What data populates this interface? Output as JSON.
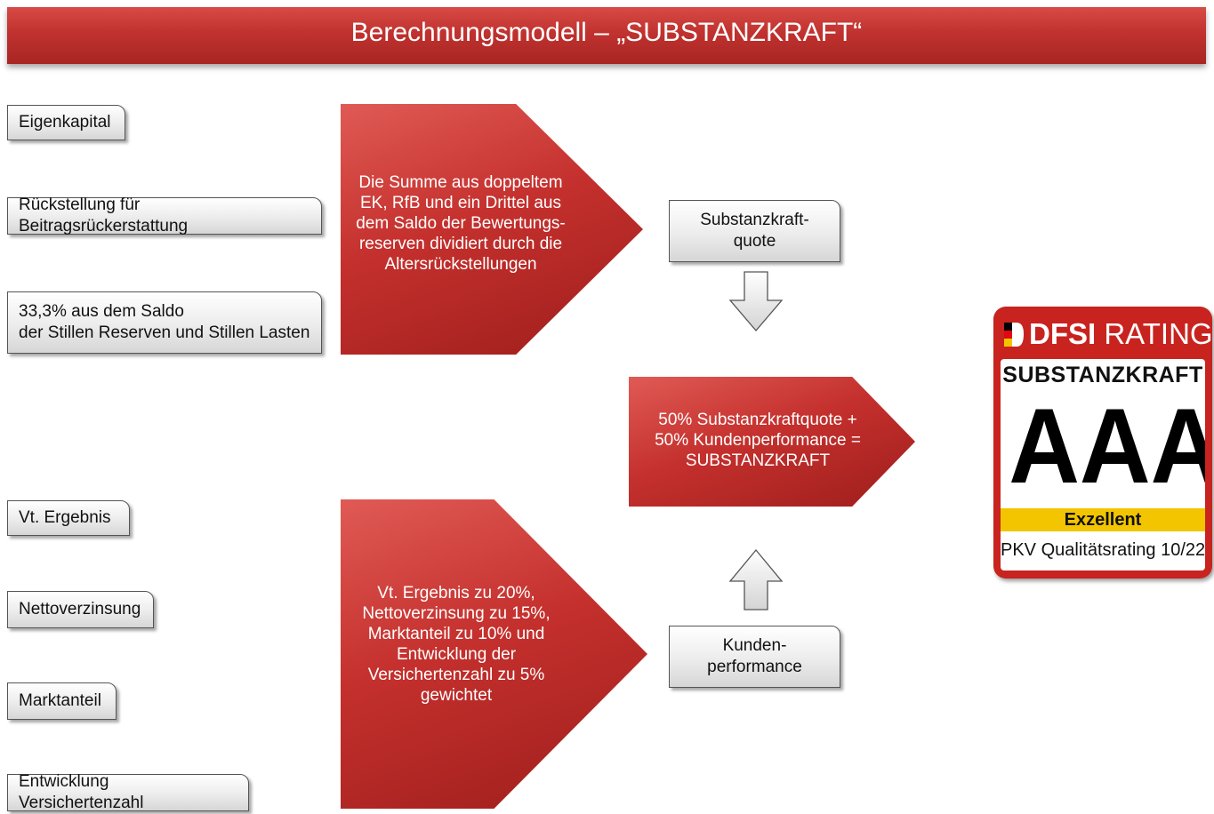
{
  "header": {
    "title": "Berechnungsmodell – „SUBSTANZKRAFT“"
  },
  "inputs_top": [
    {
      "lines": [
        "Eigenkapital"
      ]
    },
    {
      "lines": [
        "Rückstellung für Beitragsrückerstattung"
      ]
    },
    {
      "lines": [
        "33,3% aus dem Saldo",
        "der Stillen Reserven und Stillen Lasten"
      ]
    }
  ],
  "inputs_bottom": [
    {
      "lines": [
        "Vt. Ergebnis"
      ]
    },
    {
      "lines": [
        "Nettoverzinsung"
      ]
    },
    {
      "lines": [
        "Marktanteil"
      ]
    },
    {
      "lines": [
        "Entwicklung Versichertenzahl"
      ]
    }
  ],
  "arrow_top": {
    "lines": [
      "Die Summe aus doppeltem",
      "EK, RfB und ein Drittel aus",
      "dem Saldo der Bewertungs-",
      "reserven dividiert durch die",
      "Altersrückstellungen"
    ]
  },
  "arrow_bottom": {
    "lines": [
      "Vt. Ergebnis zu 20%,",
      "Nettoverzinsung zu 15%,",
      "Marktanteil zu 10% und",
      "Entwicklung der",
      "Versichertenzahl zu 5%",
      "gewichtet"
    ]
  },
  "arrow_center": {
    "lines": [
      "50% Substanzkraftquote +",
      "50% Kundenperformance =",
      "SUBSTANZKRAFT"
    ]
  },
  "outbox_top": {
    "lines": [
      "Substanzkraft-",
      "quote"
    ]
  },
  "outbox_bottom": {
    "lines": [
      "Kunden-",
      "performance"
    ]
  },
  "badge": {
    "brand": "DFSI",
    "brand_suffix": "RATINGS",
    "category": "SUBSTANZKRAFT",
    "grade": "AAA",
    "verdict": "Exzellent",
    "footer": "PKV Qualitätsrating 10/22"
  },
  "colors": {
    "red": "#c4302d",
    "badge_red": "#c8231f",
    "badge_yellow": "#f2c500"
  }
}
